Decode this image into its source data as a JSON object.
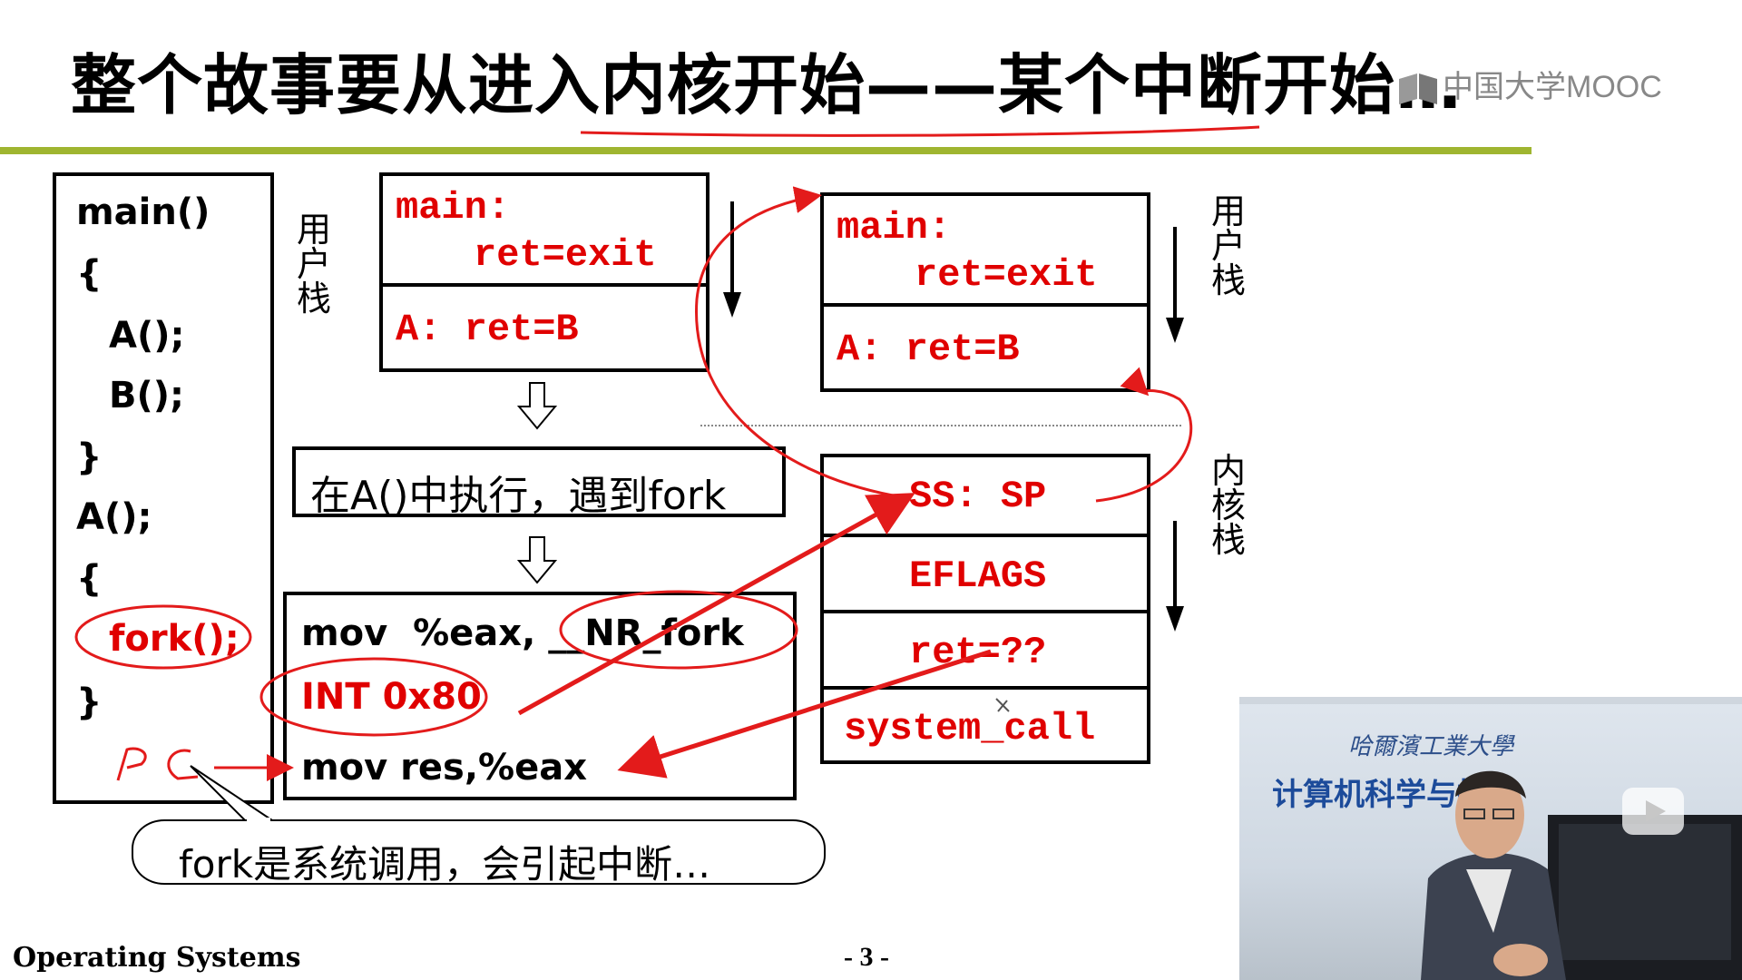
{
  "slide": {
    "title": "整个故事要从进入内核开始——某个中断开始…",
    "logo_text": "中国大学MOOC",
    "footer_left": "Operating Systems",
    "footer_page": "- 3 -"
  },
  "code_box": {
    "lines": [
      "main()",
      "{",
      "A();",
      "B();",
      "}",
      "A();",
      "{",
      "fork();",
      "}"
    ],
    "pc_label": "PC"
  },
  "user_stack_label": "用户栈",
  "kernel_stack_label": "内核栈",
  "stack_left": {
    "cell1_line1": "main:",
    "cell1_line2": "ret=exit",
    "cell2": "A: ret=B"
  },
  "stack_right": {
    "cell1_line1": "main:",
    "cell1_line2": "ret=exit",
    "cell2": "A: ret=B"
  },
  "kernel_stack": {
    "cells": [
      "SS: SP",
      "EFLAGS",
      "ret=??",
      "system_call"
    ]
  },
  "exec_box": {
    "text": "在A()中执行，遇到fork"
  },
  "asm_box": {
    "line1": "mov  %eax, __NR_fork",
    "line2": "INT 0x80",
    "line3": "mov res,%eax"
  },
  "callout": {
    "text": "fork是系统调用，会引起中断…"
  },
  "video": {
    "school_text": "哈爾濱工業大學",
    "banner_text": "计算机科学与技"
  },
  "colors": {
    "accent_red": "#e00000",
    "rule_green": "#9fb530",
    "annotation_red": "#e31b1b"
  }
}
